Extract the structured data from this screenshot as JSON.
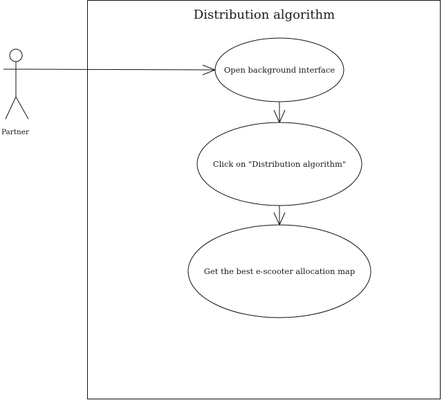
{
  "diagram": {
    "type": "use-case",
    "system": {
      "title": "Distribution algorithm"
    },
    "actor": {
      "name": "Partner"
    },
    "use_cases": [
      {
        "id": "uc1",
        "label": "Open background interface"
      },
      {
        "id": "uc2",
        "label": "Click on \"Distribution algorithm\""
      },
      {
        "id": "uc3",
        "label": "Get the best e-scooter allocation map"
      }
    ],
    "connections": [
      {
        "from": "actor",
        "to": "uc1",
        "style": "open-arrow"
      },
      {
        "from": "uc1",
        "to": "uc2",
        "style": "open-arrow"
      },
      {
        "from": "uc2",
        "to": "uc3",
        "style": "open-arrow"
      }
    ],
    "colors": {
      "line": "#111111",
      "background": "#ffffff",
      "text": "#1a1a1a"
    }
  }
}
